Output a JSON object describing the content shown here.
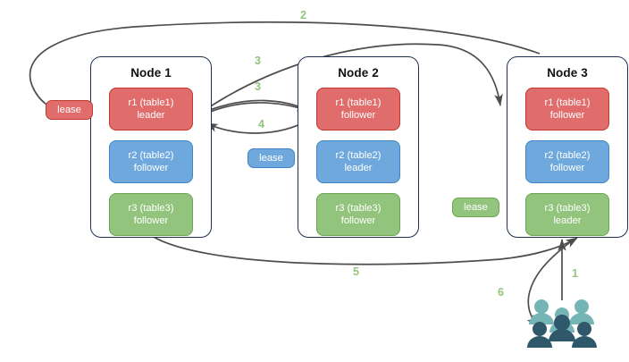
{
  "diagram": {
    "title": "",
    "colors": {
      "replica_red": "#e06c6c",
      "replica_red_border": "#c0392b",
      "replica_blue": "#6fa8dc",
      "replica_blue_border": "#3d85c6",
      "replica_green": "#93c47d",
      "replica_green_border": "#6aa84f",
      "node_border": "#1f3050",
      "edge": "#4d4d4d",
      "step_label": "#93c47d",
      "users_light": "#76b5b5",
      "users_dark": "#2f586b"
    }
  },
  "nodes": [
    {
      "title": "Node 1",
      "replicas": [
        {
          "name": "r1 (table1)",
          "role": "leader",
          "color": "red"
        },
        {
          "name": "r2 (table2)",
          "role": "follower",
          "color": "blue"
        },
        {
          "name": "r3 (table3)",
          "role": "follower",
          "color": "green"
        }
      ]
    },
    {
      "title": "Node 2",
      "replicas": [
        {
          "name": "r1 (table1)",
          "role": "follower",
          "color": "red"
        },
        {
          "name": "r2 (table2)",
          "role": "leader",
          "color": "blue"
        },
        {
          "name": "r3 (table3)",
          "role": "follower",
          "color": "green"
        }
      ]
    },
    {
      "title": "Node 3",
      "replicas": [
        {
          "name": "r1 (table1)",
          "role": "follower",
          "color": "red"
        },
        {
          "name": "r2 (table2)",
          "role": "follower",
          "color": "blue"
        },
        {
          "name": "r3 (table3)",
          "role": "leader",
          "color": "green"
        }
      ]
    }
  ],
  "leases": [
    {
      "label": "lease",
      "color": "red"
    },
    {
      "label": "lease",
      "color": "blue"
    },
    {
      "label": "lease",
      "color": "green"
    }
  ],
  "steps": [
    {
      "label": "1"
    },
    {
      "label": "2"
    },
    {
      "label": "3"
    },
    {
      "label": "3"
    },
    {
      "label": "4"
    },
    {
      "label": "5"
    },
    {
      "label": "6"
    }
  ],
  "icons": {
    "users": "users-icon"
  }
}
